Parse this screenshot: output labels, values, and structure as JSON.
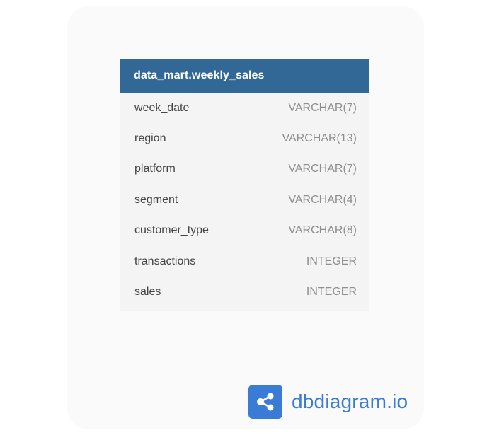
{
  "table": {
    "name": "data_mart.weekly_sales",
    "columns": [
      {
        "name": "week_date",
        "type": "VARCHAR(7)"
      },
      {
        "name": "region",
        "type": "VARCHAR(13)"
      },
      {
        "name": "platform",
        "type": "VARCHAR(7)"
      },
      {
        "name": "segment",
        "type": "VARCHAR(4)"
      },
      {
        "name": "customer_type",
        "type": "VARCHAR(8)"
      },
      {
        "name": "transactions",
        "type": "INTEGER"
      },
      {
        "name": "sales",
        "type": "INTEGER"
      }
    ]
  },
  "brand": {
    "text": "dbdiagram.io",
    "icon": "share-nodes-icon"
  },
  "colors": {
    "header": "#316896",
    "brand": "#3a7bd5",
    "canvas": "#fafafa",
    "table_body": "#f4f4f4"
  }
}
